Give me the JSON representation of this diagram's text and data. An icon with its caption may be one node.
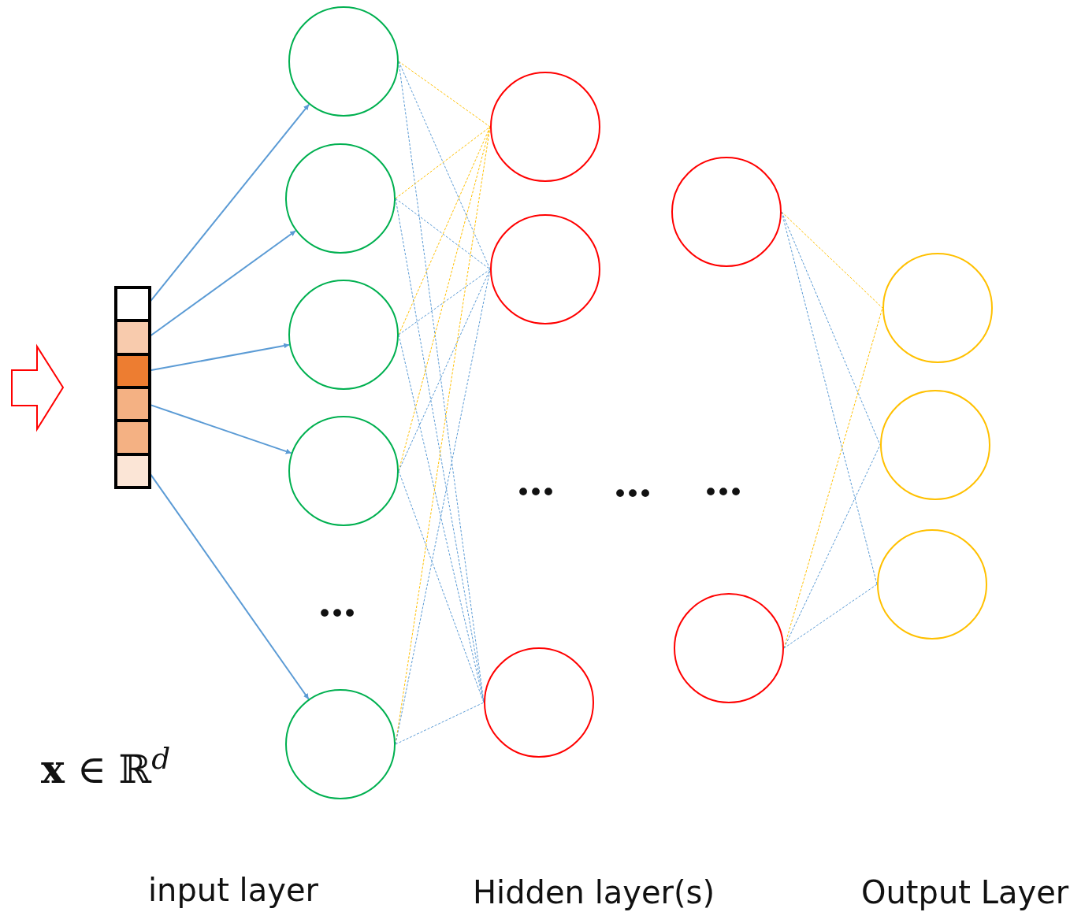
{
  "diagram": {
    "nodes": [
      {
        "text": [],
        "shape": "bar"
      },
      {
        "text": [],
        "shape": "box",
        "in": 0
      },
      {
        "text": [],
        "shape": "box",
        "in": 0
      },
      {
        "text": [],
        "shape": "box",
        "in": 0
      },
      {
        "text": [],
        "shape": "box",
        "in": 0
      },
      {
        "text": [],
        "shape": "box",
        "in": 0
      },
      {
        "text": [],
        "shape": "box",
        "in": 0
      },
      {
        "text": [],
        "shape": "circle"
      },
      {
        "text": [],
        "shape": "circle"
      },
      {
        "text": [],
        "shape": "circle"
      },
      {
        "text": [],
        "shape": "circle"
      },
      {
        "text": [],
        "shape": "circle"
      },
      {
        "text": [],
        "shape": "circle"
      },
      {
        "text": [],
        "shape": "circle"
      },
      {
        "text": [],
        "shape": "circle"
      },
      {
        "text": [],
        "shape": "circle"
      },
      {
        "text": [],
        "shape": "circle"
      },
      {
        "text": [],
        "shape": "circle"
      },
      {
        "text": [],
        "shape": "circle"
      },
      {
        "text": [],
        "shape": "circle"
      }
    ],
    "edges": [
      {
        "from": 1,
        "to": 7,
        "arrow": "to"
      },
      {
        "from": 2,
        "to": 8,
        "arrow": "to"
      },
      {
        "from": 3,
        "to": 9,
        "arrow": "to"
      },
      {
        "from": 4,
        "to": 10,
        "arrow": "to"
      },
      {
        "from": 6,
        "to": 11,
        "arrow": "to"
      },
      {
        "from": 7,
        "to": 12,
        "arrow": "none",
        "style": "dashed",
        "color": "#ffc000"
      },
      {
        "from": 7,
        "to": 13,
        "arrow": "none",
        "style": "dashed"
      },
      {
        "from": 7,
        "to": 14,
        "arrow": "none",
        "style": "dashed"
      },
      {
        "from": 8,
        "to": 12,
        "arrow": "none",
        "style": "dashed",
        "color": "#ffc000"
      },
      {
        "from": 8,
        "to": 13,
        "arrow": "none",
        "style": "dashed"
      },
      {
        "from": 8,
        "to": 14,
        "arrow": "none",
        "style": "dashed"
      },
      {
        "from": 9,
        "to": 12,
        "arrow": "none",
        "style": "dashed",
        "color": "#ffc000"
      },
      {
        "from": 9,
        "to": 13,
        "arrow": "none",
        "style": "dashed"
      },
      {
        "from": 9,
        "to": 14,
        "arrow": "none",
        "style": "dashed"
      },
      {
        "from": 10,
        "to": 12,
        "arrow": "none",
        "style": "dashed",
        "color": "#ffc000"
      },
      {
        "from": 10,
        "to": 13,
        "arrow": "none",
        "style": "dashed"
      },
      {
        "from": 10,
        "to": 14,
        "arrow": "none",
        "style": "dashed"
      },
      {
        "from": 11,
        "to": 12,
        "arrow": "none",
        "style": "dashed",
        "color": "#ffc000"
      },
      {
        "from": 11,
        "to": 13,
        "arrow": "none",
        "style": "dashed"
      },
      {
        "from": 11,
        "to": 14,
        "arrow": "none",
        "style": "dashed"
      },
      {
        "from": 15,
        "to": 17,
        "arrow": "none",
        "style": "dashed",
        "color": "#ffc000"
      },
      {
        "from": 15,
        "to": 18,
        "arrow": "none",
        "style": "dashed"
      },
      {
        "from": 15,
        "to": 19,
        "arrow": "none",
        "style": "dashed"
      },
      {
        "from": 16,
        "to": 17,
        "arrow": "none",
        "style": "dashed",
        "color": "#ffc000"
      },
      {
        "from": 16,
        "to": 18,
        "arrow": "none",
        "style": "dashed"
      },
      {
        "from": 16,
        "to": 19,
        "arrow": "none",
        "style": "dashed"
      }
    ],
    "labels": [
      "•••",
      "•••",
      "•••",
      "•••",
      "**x** ∈ ℝ$^{d}$",
      "input layer",
      "Hidden layer(s)",
      "Output Layer"
    ]
  }
}
